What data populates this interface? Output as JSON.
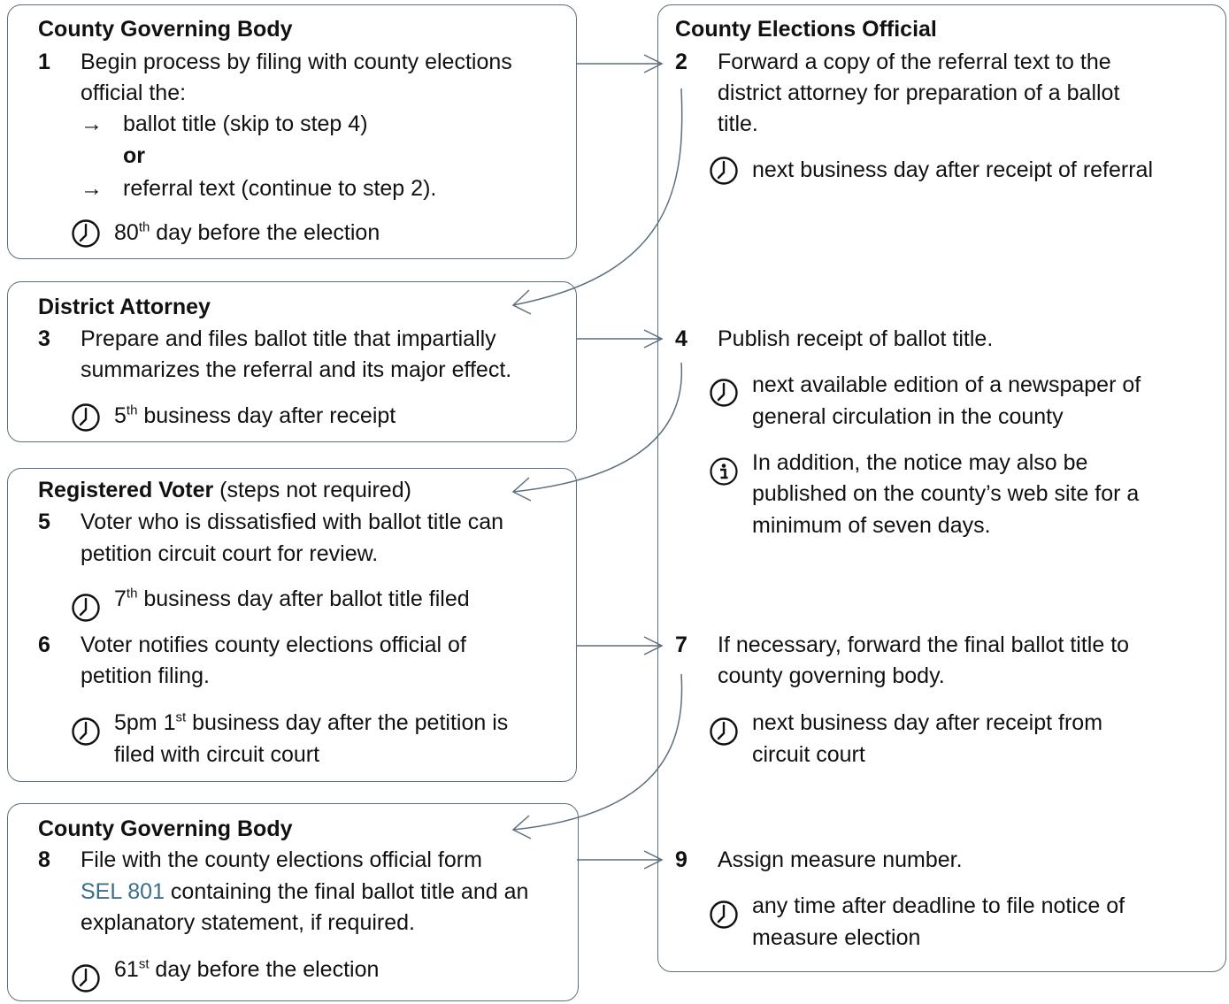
{
  "box1": {
    "title": "County Governing Body",
    "step1": {
      "num": "1",
      "line1": "Begin process by filing with county elections",
      "line2": "official the:"
    },
    "opt1": "ballot title (skip to step 4)",
    "or": "or",
    "opt2": "referral text (continue to step 2).",
    "arrow_glyph": "→",
    "deadline_pre": "80",
    "deadline_sup": "th",
    "deadline_post": " day before the election"
  },
  "box2": {
    "title": "District Attorney",
    "step3": {
      "num": "3",
      "line1": "Prepare and files ballot title that impartially",
      "line2": "summarizes the referral and its major effect."
    },
    "deadline_pre": "5",
    "deadline_sup": "th",
    "deadline_post": " business day after receipt"
  },
  "box3": {
    "title": "Registered Voter",
    "title_note": " (steps not required)",
    "step5": {
      "num": "5",
      "line1": "Voter who is dissatisfied with ballot title can",
      "line2": "petition circuit court for review."
    },
    "deadline5_pre": "7",
    "deadline5_sup": "th",
    "deadline5_post": " business day after ballot title filed",
    "step6": {
      "num": "6",
      "line1": "Voter notifies county elections official of",
      "line2": "petition filing."
    },
    "deadline6_pre": "5pm 1",
    "deadline6_sup": "st",
    "deadline6_post": " business day after the petition is",
    "deadline6_line2": "filed with circuit court"
  },
  "box4": {
    "title": "County Governing Body",
    "step8": {
      "num": "8",
      "line1": "File with the county elections official form",
      "link": "SEL 801",
      "line2_rest": " containing the final ballot title and an",
      "line3": "explanatory statement, if required."
    },
    "deadline_pre": "61",
    "deadline_sup": "st",
    "deadline_post": " day before the election"
  },
  "official": {
    "title": "County Elections Official",
    "step2": {
      "num": "2",
      "line1": "Forward  a copy of the referral text to the",
      "line2": "district attorney for preparation of a ballot",
      "line3": "title."
    },
    "deadline2": "next business day after receipt of referral",
    "step4": {
      "num": "4",
      "line1": "Publish receipt of ballot title."
    },
    "deadline4_line1": "next available edition of a newspaper of",
    "deadline4_line2": "general circulation in the county",
    "info4_line1": "In addition, the notice may also be",
    "info4_line2": "published on the county’s web site for a",
    "info4_line3": "minimum of seven days.",
    "step7": {
      "num": "7",
      "line1": "If necessary, forward the final ballot title to",
      "line2": "county governing body."
    },
    "deadline7_line1": "next business day after receipt from",
    "deadline7_line2": "circuit court",
    "step9": {
      "num": "9",
      "line1": "Assign measure number."
    },
    "deadline9_line1": "any time after deadline to file notice of",
    "deadline9_line2": "measure election"
  },
  "colors": {
    "border": "#5b6f7d",
    "link": "#3a6f8c"
  },
  "icons": {
    "clock": "clock-icon",
    "info": "info-icon"
  }
}
